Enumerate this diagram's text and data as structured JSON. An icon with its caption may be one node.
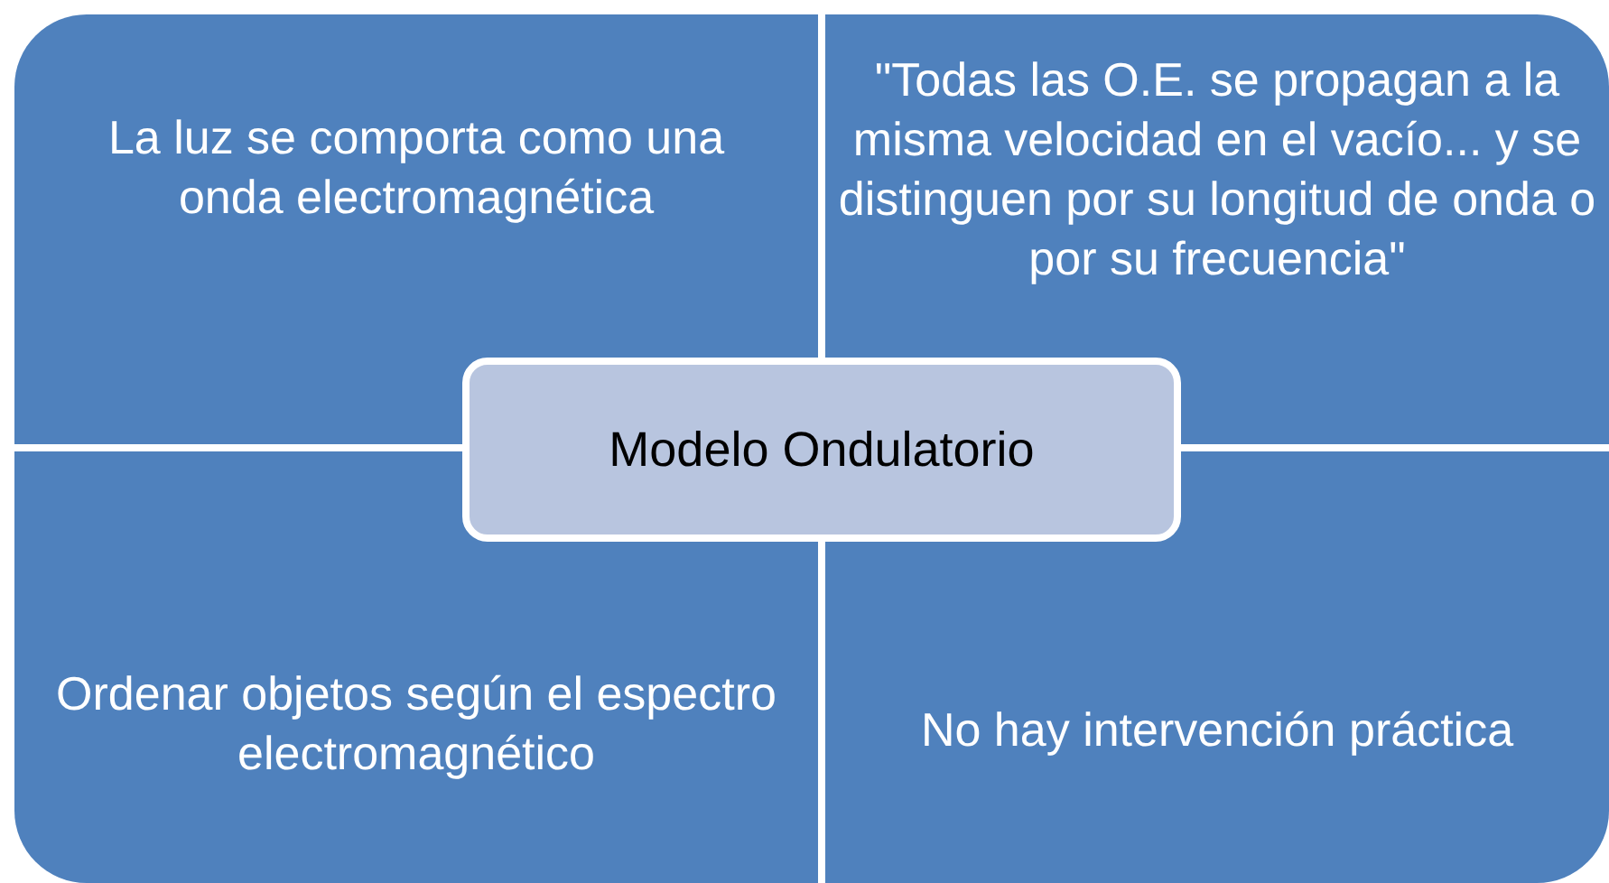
{
  "diagram": {
    "nodes": [
      {
        "text": [
          "La luz se comporta como una onda electromagnética"
        ]
      },
      {
        "text": [
          "\"Todas las O.E. se propagan a la misma velocidad en el vacío... y se distinguen por su longitud de onda o por su frecuencia\""
        ]
      },
      {
        "text": [
          "Modelo Ondulatorio"
        ]
      },
      {
        "text": [
          "Ordenar objetos según el espectro electromagnético"
        ]
      },
      {
        "text": [
          "No hay intervención práctica"
        ]
      }
    ],
    "edges": []
  }
}
